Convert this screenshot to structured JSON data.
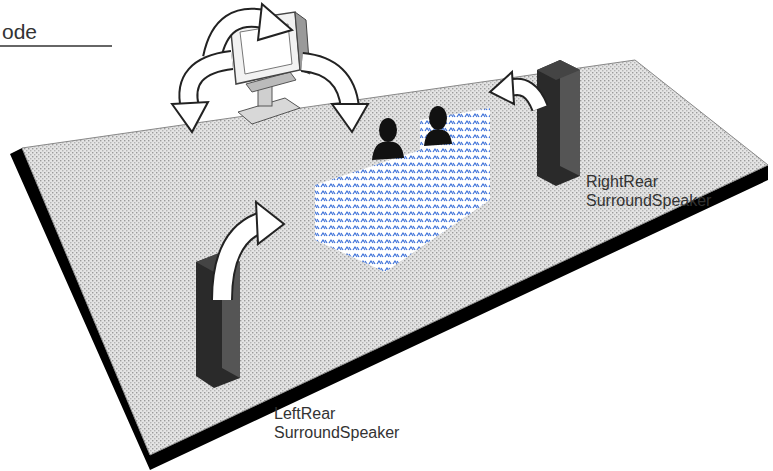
{
  "diagram": {
    "labels": [
      "ode",
      "RightRear SurroundSpeaker",
      "LeftRear SurroundSpeaker"
    ]
  }
}
